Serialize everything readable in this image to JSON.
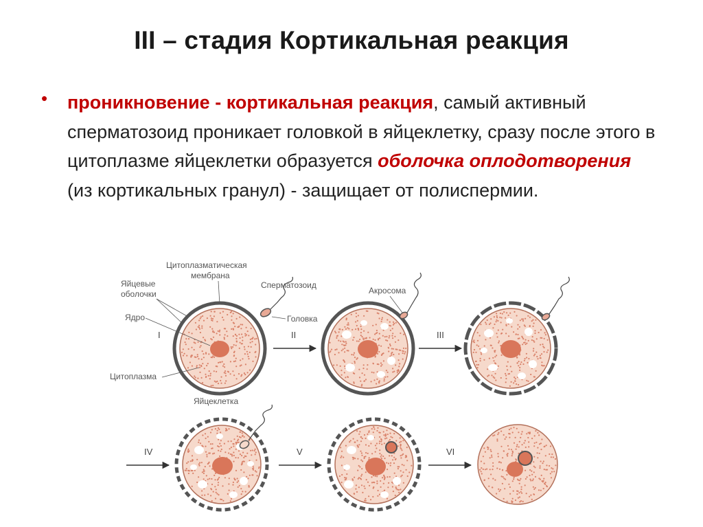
{
  "title": "III – стадия Кортикальная реакция",
  "bullet": {
    "marker": "•",
    "highlight": "проникновение - кортикальная реакция",
    "text1": ", самый активный сперматозоид проникает головкой в яйцеклетку, сразу после этого в цитоплазме яйцеклетки образуется ",
    "highlight2": "оболочка оплодотворения",
    "text2": " (из кортикальных гранул) - защищает от полиспермии."
  },
  "diagram": {
    "labels": {
      "cytoplasmic_membrane_line1": "Цитоплазматическая",
      "cytoplasmic_membrane_line2": "мембрана",
      "egg_envelopes_line1": "Яйцевые",
      "egg_envelopes_line2": "оболочки",
      "nucleus": "Ядро",
      "sperm": "Сперматозоид",
      "head": "Головка",
      "acrosome": "Акросома",
      "cytoplasm": "Цитоплазма",
      "egg_cell": "Яйцеклетка"
    },
    "stages": [
      "I",
      "II",
      "III",
      "IV",
      "V",
      "VI"
    ],
    "colors": {
      "dots": "#d9826a",
      "cell_fill": "#f6d9cb",
      "nucleus": "#d9765a",
      "envelope": "#555555",
      "arrow": "#333333"
    }
  }
}
